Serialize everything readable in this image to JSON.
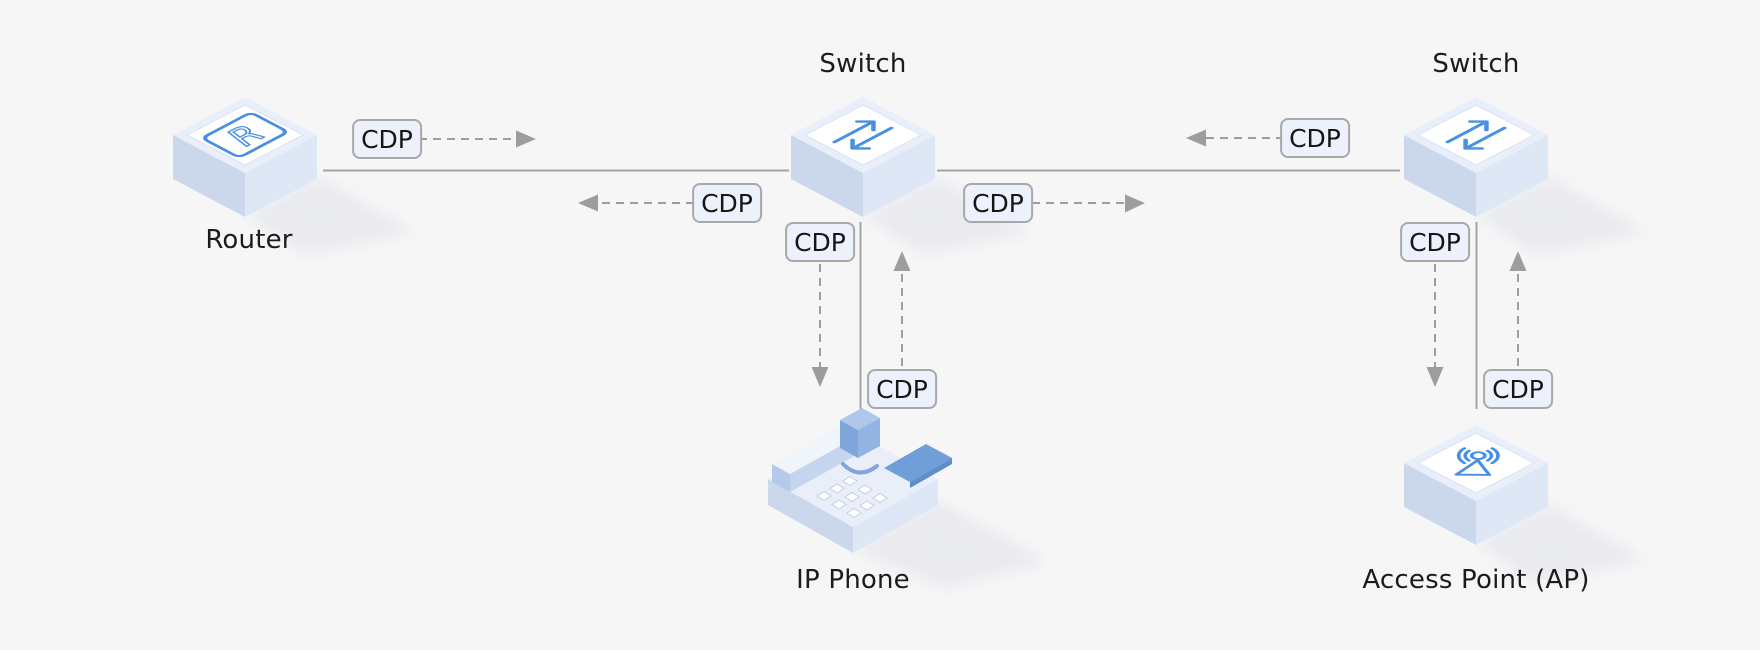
{
  "page": {
    "background_color": "#f6f6f7"
  },
  "colors": {
    "accent_blue": "#4a90e2",
    "connector_line": "#a3a4a6",
    "arrow_gray": "#9c9c9e",
    "badge_background": "#edf1fb",
    "badge_border": "#a8a8a8",
    "badge_text": "#161616",
    "label_text": "#1b1b1b",
    "box_side_left": "#cbd8ec",
    "box_side_right": "#dde7f5",
    "box_top_rim": "#e9effa",
    "box_top": "#ffffff"
  },
  "devices": [
    {
      "id": "router",
      "label": "Router",
      "icon": "router-icon"
    },
    {
      "id": "switch-left",
      "label": "Switch",
      "icon": "switch-icon"
    },
    {
      "id": "switch-right",
      "label": "Switch",
      "icon": "switch-icon"
    },
    {
      "id": "ip-phone",
      "label": "IP Phone",
      "icon": "ip-phone-icon"
    },
    {
      "id": "access-point",
      "label": "Access Point (AP)",
      "icon": "access-point-icon"
    }
  ],
  "badges": [
    {
      "label": "CDP",
      "arrow_direction": "right"
    },
    {
      "label": "CDP",
      "arrow_direction": "left"
    },
    {
      "label": "CDP",
      "arrow_direction": "right"
    },
    {
      "label": "CDP",
      "arrow_direction": "left"
    },
    {
      "label": "CDP",
      "arrow_direction": "down"
    },
    {
      "label": "CDP",
      "arrow_direction": "up"
    },
    {
      "label": "CDP",
      "arrow_direction": "down"
    },
    {
      "label": "CDP",
      "arrow_direction": "up"
    }
  ]
}
